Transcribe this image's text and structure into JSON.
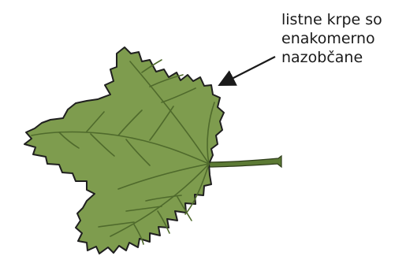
{
  "annotation": {
    "lines": [
      "listne krpe so",
      "enakomerno",
      "nazobčane"
    ]
  },
  "figure": {
    "subject": "leaf-icon",
    "colors": {
      "leaf_fill": "#7e9c4e",
      "outline": "#1f1f1f",
      "vein": "#4f6a2c",
      "stem": "#5c7a34",
      "arrow": "#1a1a1a"
    }
  }
}
